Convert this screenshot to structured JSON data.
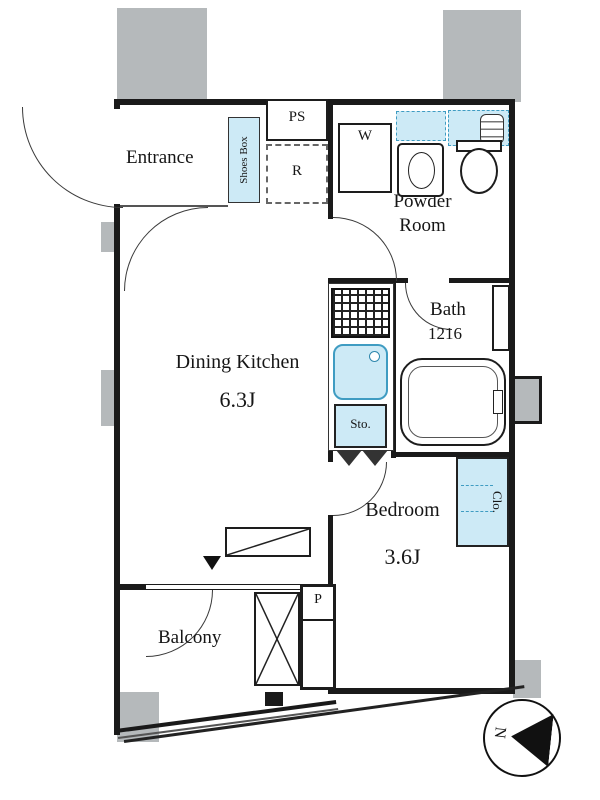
{
  "rooms": {
    "entrance": "Entrance",
    "dining_kitchen": "Dining Kitchen",
    "dining_kitchen_size": "6.3J",
    "bedroom": "Bedroom",
    "bedroom_size": "3.6J",
    "powder_room_line1": "Powder",
    "powder_room_line2": "Room",
    "bath": "Bath",
    "bath_size": "1216",
    "balcony": "Balcony"
  },
  "fixtures": {
    "shoes_box": "Shoes Box",
    "pipe_shaft": "PS",
    "refrigerator": "R",
    "washer": "W",
    "storage": "Sto.",
    "closet": "Clo.",
    "pipe": "P"
  },
  "compass": {
    "north": "N"
  },
  "colors": {
    "wall": "#1a1a1a",
    "column": "#b5b9bb",
    "fixture_fill": "#cdeaf6",
    "fixture_border": "#3f9cc2"
  }
}
